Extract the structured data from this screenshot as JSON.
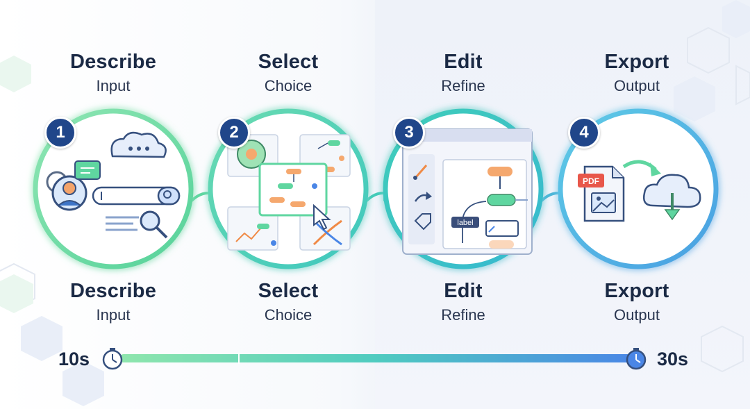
{
  "steps": [
    {
      "number": "1",
      "title": "Describe",
      "subtitle": "Input"
    },
    {
      "number": "2",
      "title": "Select",
      "subtitle": "Choice"
    },
    {
      "number": "3",
      "title": "Edit",
      "subtitle": "Refine"
    },
    {
      "number": "4",
      "title": "Export",
      "subtitle": "Output"
    }
  ],
  "timeline": {
    "start_label": "10s",
    "end_label": "30s"
  },
  "illustrations": {
    "edit_tag_text": "label",
    "export_file_tag": "PDF"
  },
  "colors": {
    "ring_green": "#5fd6a0",
    "ring_teal": "#3cc9c4",
    "ring_blue": "#4aa6e0",
    "badge": "#20468a",
    "timeline_start": "#7fe0a8",
    "timeline_end": "#4a8fe6"
  }
}
